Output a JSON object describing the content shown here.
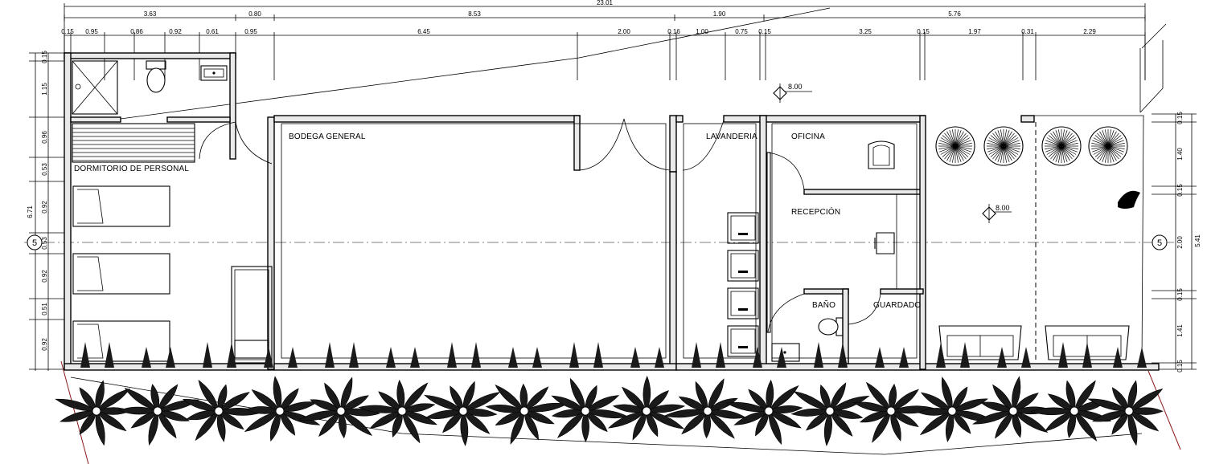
{
  "colors": {
    "ink": "#000000",
    "wall_fill": "#e9e9e9",
    "paper": "#ffffff",
    "site_line": "#8b1a1a"
  },
  "rooms": {
    "dormitorio": "DORMITORIO DE PERSONAL",
    "bodega": "BODEGA GENERAL",
    "lavanderia": "LAVANDERIA",
    "oficina": "OFICINA",
    "recepcion": "RECEPCIÓN",
    "bano": "BAÑO",
    "guardado": "GUARDADO"
  },
  "levels": {
    "top": "8.00",
    "right": "8.00"
  },
  "axis_marker": {
    "left": "5",
    "right": "5"
  },
  "top_dims": {
    "overall": "23.01",
    "row2": [
      "3.63",
      "0.80",
      "8.53",
      "1.90",
      "5.76"
    ],
    "row3": [
      "0.15",
      "0.95",
      "0.86",
      "0.92",
      "0.61",
      "0.95",
      "6.45",
      "2.00",
      "0.16",
      "1.00",
      "0.75",
      "0.15",
      "3.25",
      "0.15",
      "1.97",
      "0.31",
      "2.29"
    ]
  },
  "left_dims": {
    "overall": "6.71",
    "segments": [
      "0.15",
      "1.15",
      "0.96",
      "0.53",
      "0.92",
      "0.53",
      "0.92",
      "0.51",
      "0.92"
    ]
  },
  "right_dims": {
    "overall": "5.41",
    "segments": [
      "0.15",
      "1.40",
      "0.15",
      "2.00",
      "0.15",
      "1.41",
      "0.15"
    ]
  },
  "icons": [
    "washing-machine-icon",
    "toilet-icon",
    "sink-icon",
    "shower-icon",
    "bed-icon",
    "office-chair-icon",
    "sofa-icon",
    "round-table-icon",
    "palm-tree-icon",
    "level-marker-icon",
    "stair-icon"
  ]
}
